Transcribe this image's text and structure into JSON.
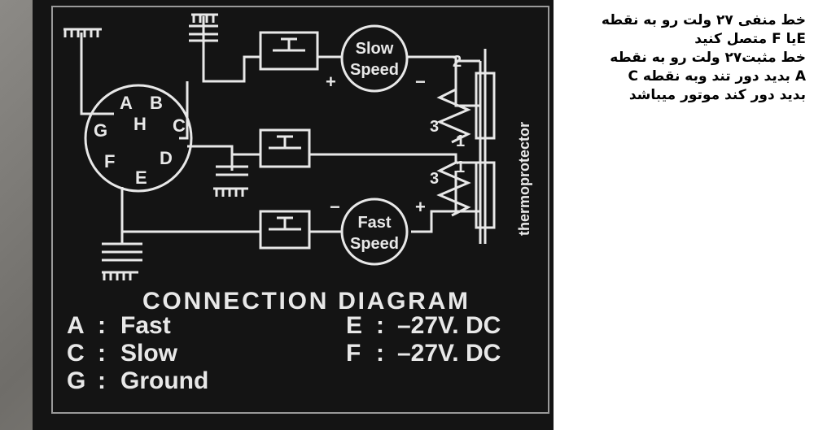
{
  "plate": {
    "title": "CONNECTION DIAGRAM",
    "side_label": "thermoprotector",
    "motor_slow": [
      "Slow",
      "Speed"
    ],
    "motor_fast": [
      "Fast",
      "Speed"
    ],
    "plus_sign": "+",
    "minus_sign": "−",
    "connector_pins": [
      "A",
      "B",
      "C",
      "D",
      "E",
      "F",
      "G",
      "H"
    ],
    "terminal_numbers": [
      "2",
      "3",
      "1",
      "3",
      "1"
    ],
    "legend": [
      {
        "key": "A",
        "sep": ":",
        "value": "Fast"
      },
      {
        "key": "C",
        "sep": ":",
        "value": "Slow"
      },
      {
        "key": "G",
        "sep": ":",
        "value": "Ground"
      },
      {
        "key": "E",
        "sep": ":",
        "value": "–27V. DC"
      },
      {
        "key": "F",
        "sep": ":",
        "value": "–27V. DC"
      }
    ]
  },
  "notes": [
    "خط منفی ۲۷ ولت رو به نقطه",
    "Eیا F متصل کنید",
    "خط مثبت۲۷ ولت رو به نقطه",
    "A  بدید دور تند وبه نقطه C",
    "بدید دور کند موتور میباشد"
  ],
  "colors": {
    "plate": "#141414",
    "ink": "#e8e8e8",
    "frame": "#7d7b77"
  }
}
